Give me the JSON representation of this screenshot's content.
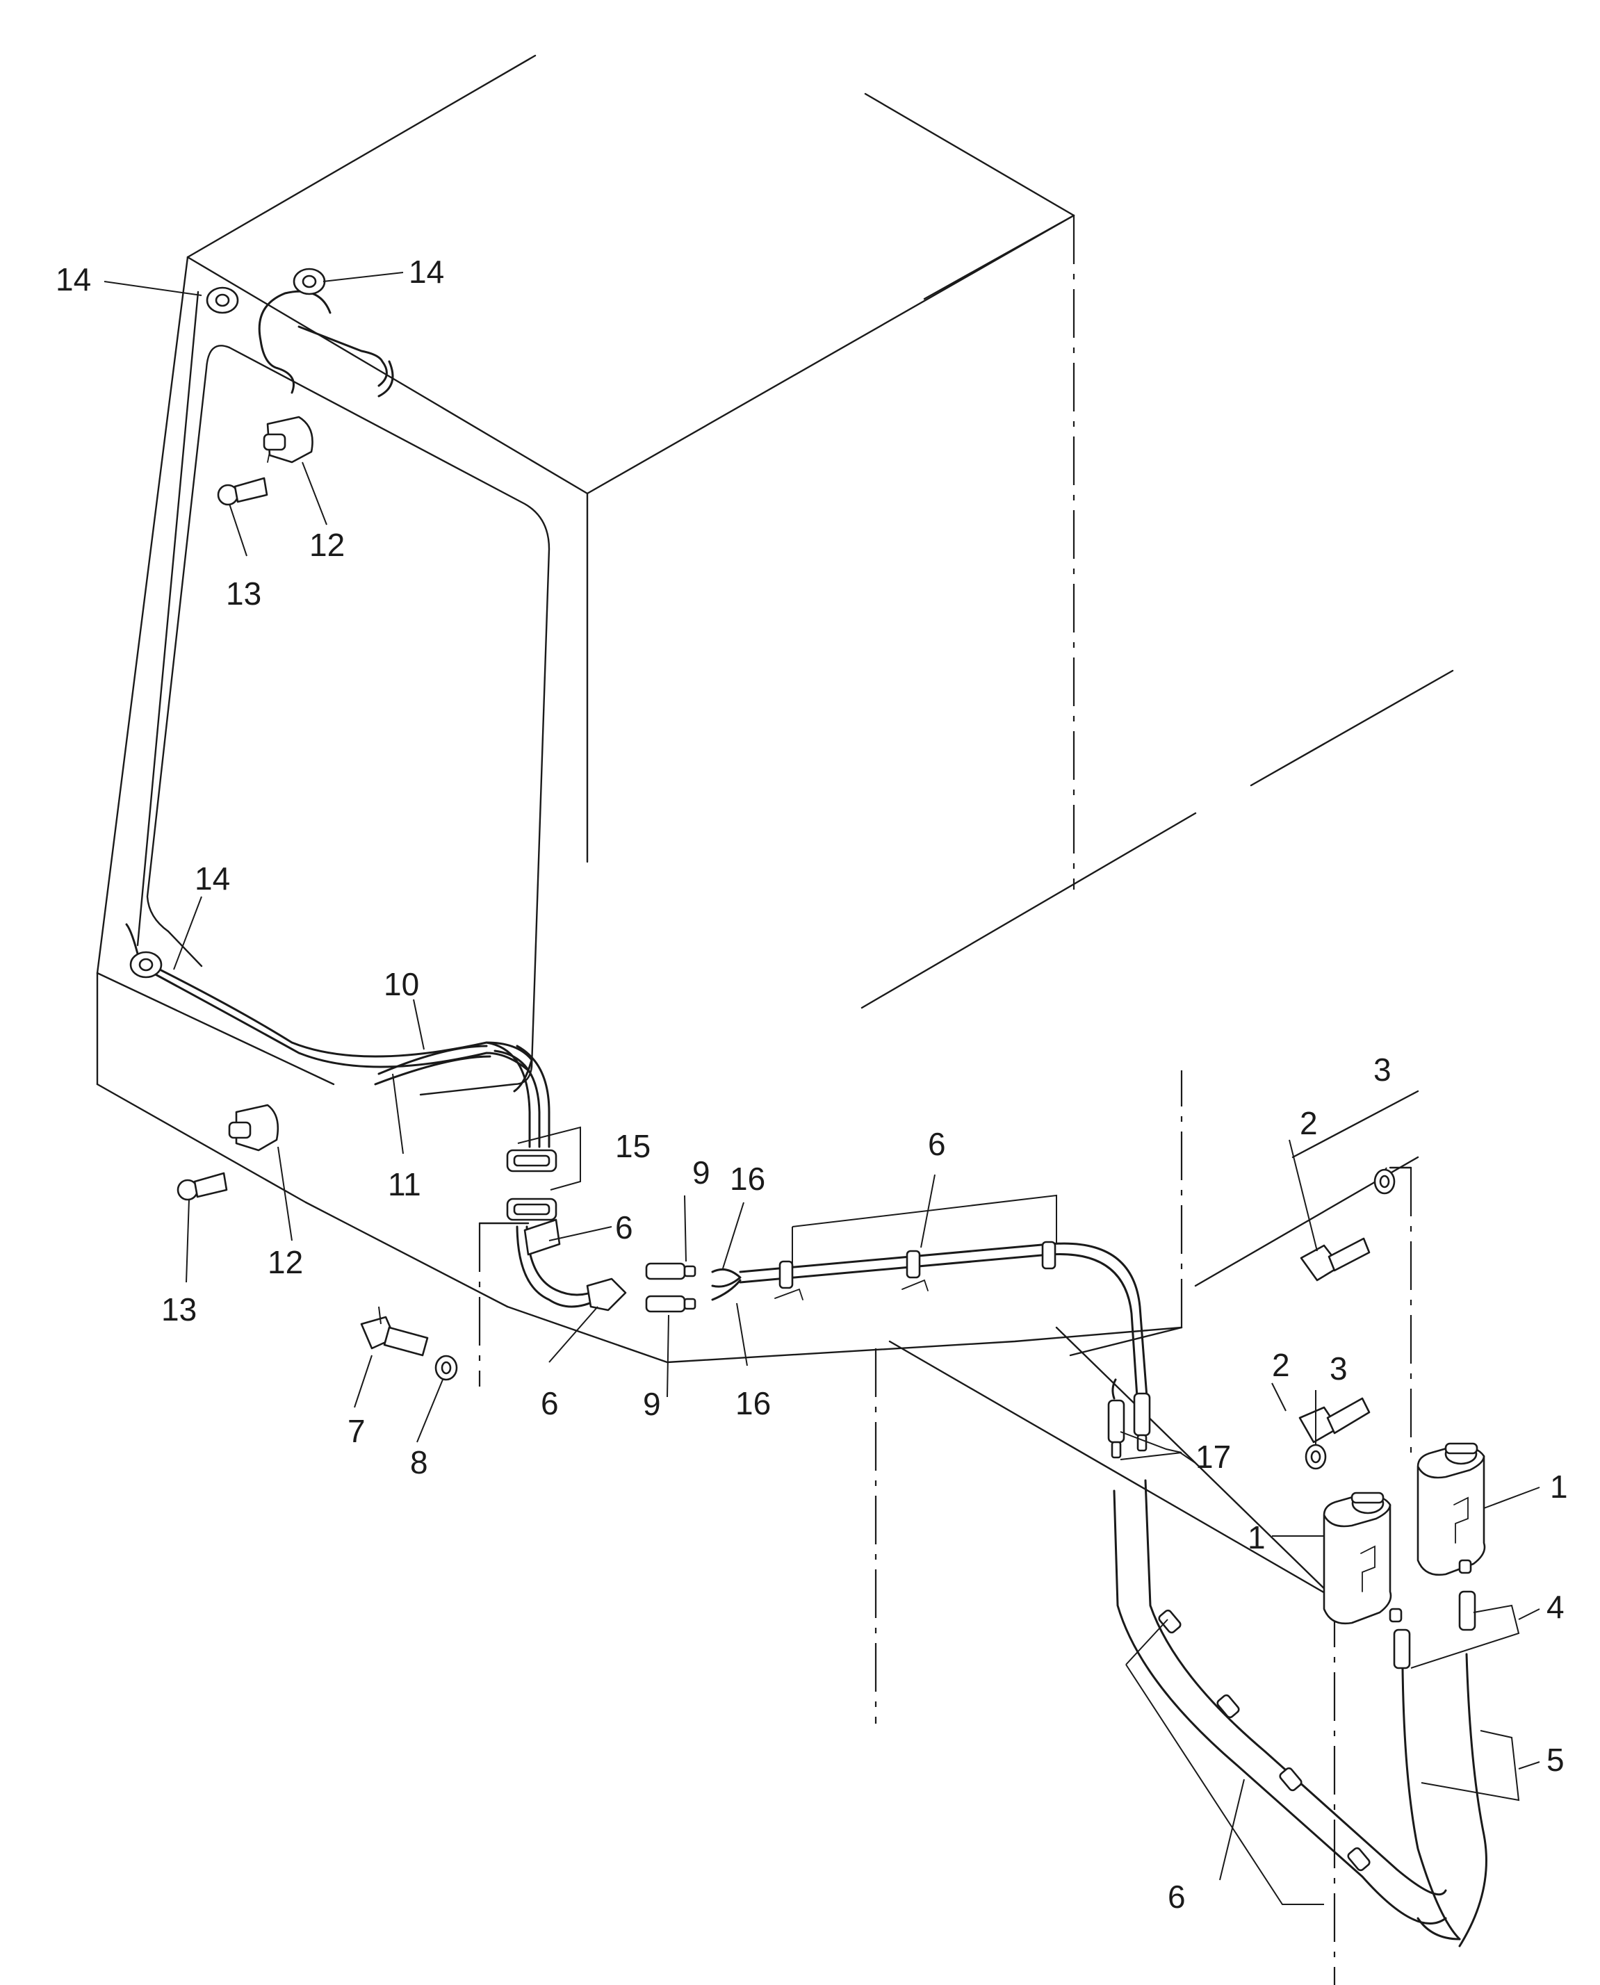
{
  "callouts": {
    "c1a": "1",
    "c1b": "1",
    "c2a": "2",
    "c2b": "2",
    "c3a": "3",
    "c3b": "3",
    "c4": "4",
    "c5": "5",
    "c6a": "6",
    "c6b": "6",
    "c6c": "6",
    "c6d": "6",
    "c7": "7",
    "c8": "8",
    "c9a": "9",
    "c9b": "9",
    "c10": "10",
    "c11": "11",
    "c12a": "12",
    "c12b": "12",
    "c13a": "13",
    "c13b": "13",
    "c14a": "14",
    "c14b": "14",
    "c14c": "14",
    "c15": "15",
    "c16a": "16",
    "c16b": "16",
    "c17": "17"
  }
}
